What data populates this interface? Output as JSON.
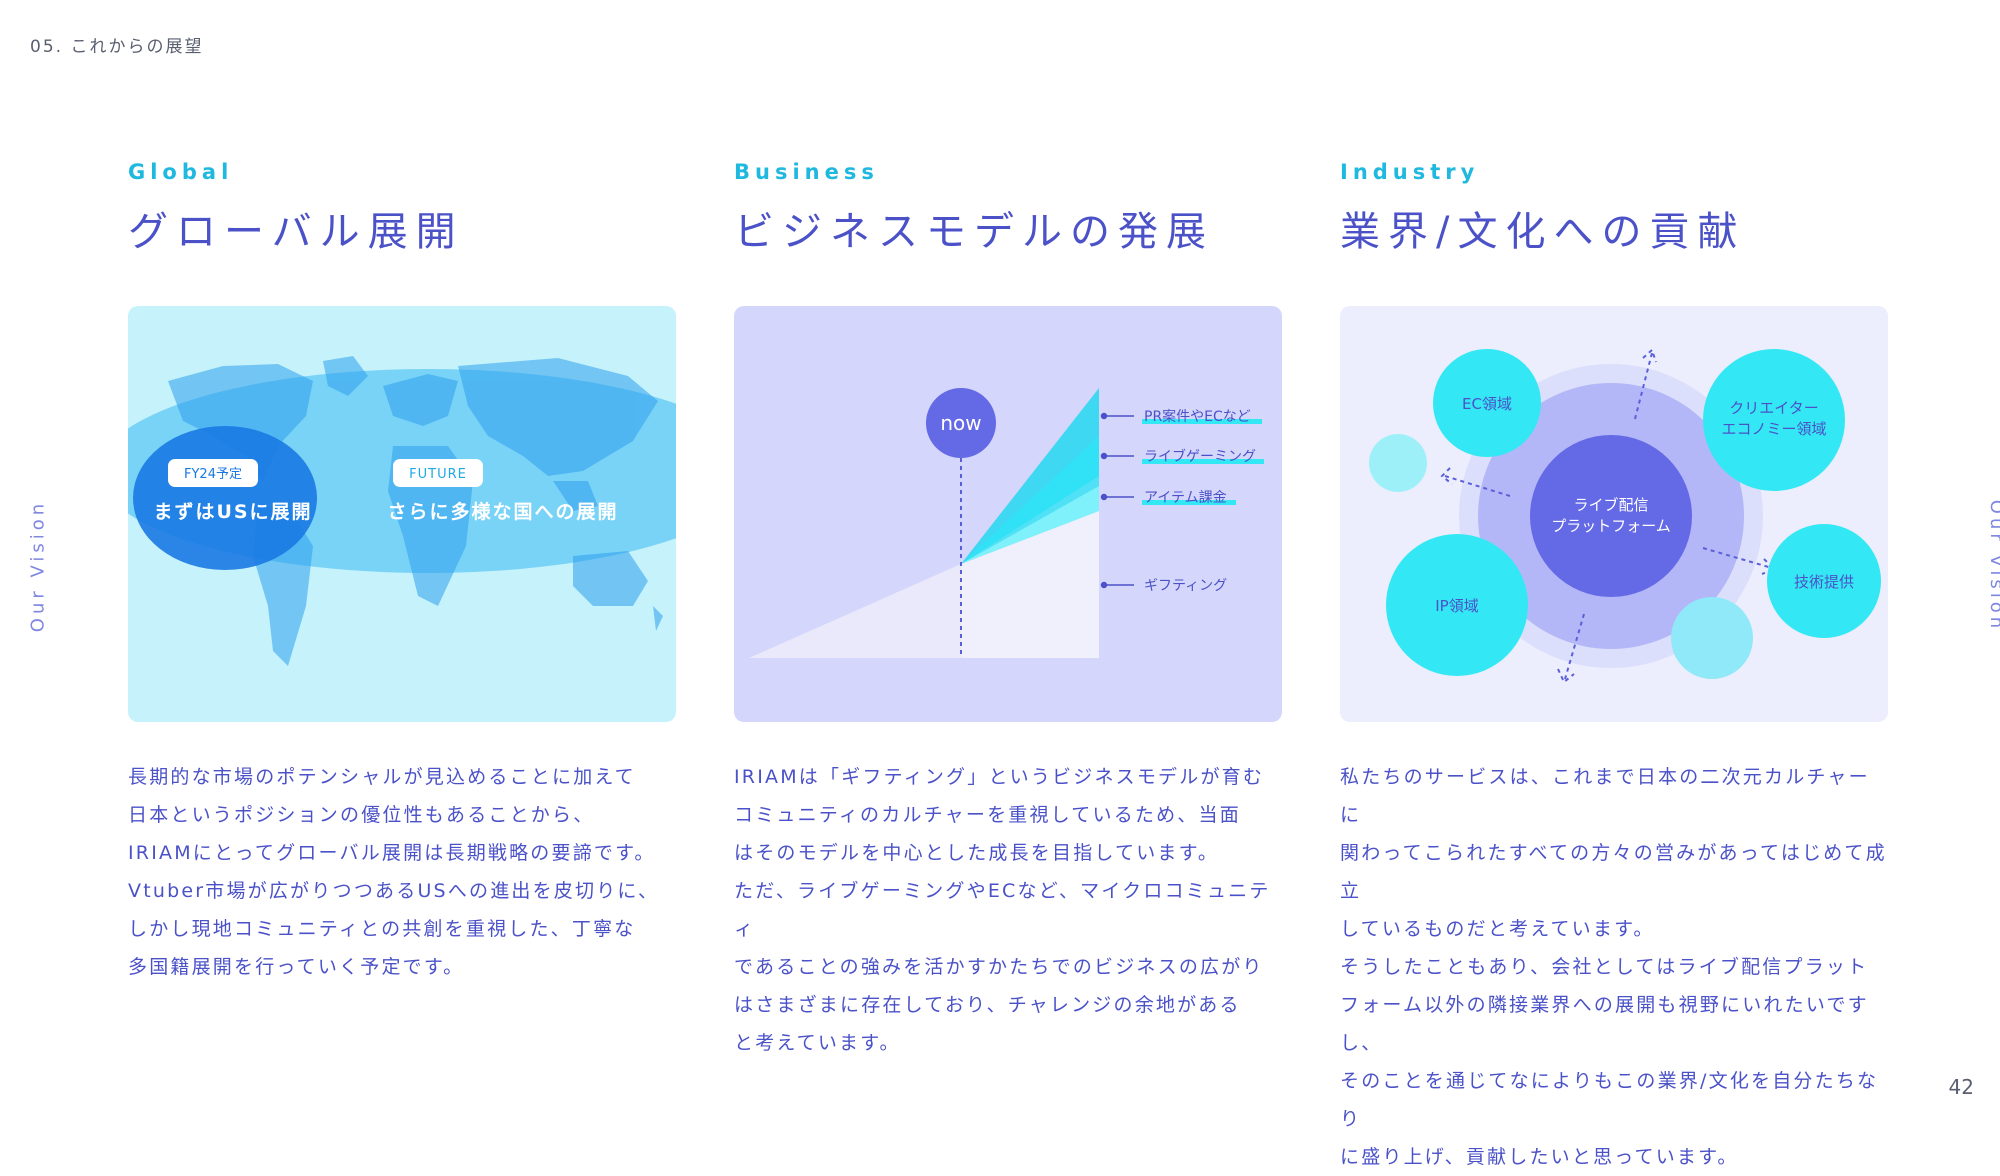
{
  "header": {
    "section_label": "05.  これからの展望"
  },
  "side_label": "Our Vision",
  "page_number": "42",
  "columns": [
    {
      "eyebrow": "Global",
      "title": "グローバル展開",
      "illustration": {
        "badge1": "FY24予定",
        "caption1": "まずはUSに展開",
        "badge2": "FUTURE",
        "caption2": "さらに多様な国への展開"
      },
      "body": [
        "長期的な市場のポテンシャルが見込めることに加えて",
        "日本というポジションの優位性もあることから、",
        "IRIAMにとってグローバル展開は長期戦略の要諦です。",
        "Vtuber市場が広がりつつあるUSへの進出を皮切りに、",
        "しかし現地コミュニティとの共創を重視した、丁寧な",
        "多国籍展開を行っていく予定です。"
      ]
    },
    {
      "eyebrow": "Business",
      "title": "ビジネスモデルの発展",
      "illustration": {
        "now": "now",
        "labels": [
          "PR案件やECなど",
          "ライブゲーミング",
          "アイテム課金",
          "ギフティング"
        ]
      },
      "body": [
        "IRIAMは「ギフティング」というビジネスモデルが育む",
        "コミュニティのカルチャーを重視しているため、当面",
        "はそのモデルを中心とした成長を目指しています。",
        "ただ、ライブゲーミングやECなど、マイクロコミュニティ",
        "であることの強みを活かすかたちでのビジネスの広がり",
        "はさまざまに存在しており、チャレンジの余地がある",
        "と考えています。"
      ]
    },
    {
      "eyebrow": "Industry",
      "title": "業界/文化への貢献",
      "illustration": {
        "center_line1": "ライブ配信",
        "center_line2": "プラットフォーム",
        "ec": "EC領域",
        "creator_line1": "クリエイター",
        "creator_line2": "エコノミー領域",
        "ip": "IP領域",
        "tech": "技術提供"
      },
      "body": [
        "私たちのサービスは、これまで日本の二次元カルチャーに",
        "関わってこられたすべての方々の営みがあってはじめて成立",
        "しているものだと考えています。",
        "そうしたこともあり、会社としてはライブ配信プラット",
        "フォーム以外の隣接業界への展開も視野にいれたいですし、",
        "そのことを通じてなによりもこの業界/文化を自分たちなり",
        "に盛り上げ、貢献したいと思っています。"
      ]
    }
  ],
  "colors": {
    "primary": "#4b52c8",
    "accent": "#1fb8de",
    "cyan": "#33e8f4"
  }
}
